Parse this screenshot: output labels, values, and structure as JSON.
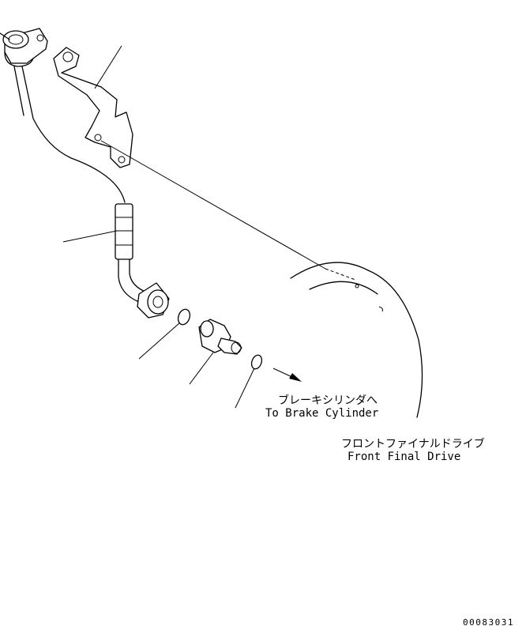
{
  "labels": {
    "brake_jp": "ブレーキシリンダへ",
    "brake_en": "To Brake Cylinder",
    "final_drive_jp": "フロントファイナルドライブ",
    "final_drive_en": "Front Final Drive",
    "drawing_number": "00083031"
  },
  "colors": {
    "line": "#000000",
    "background": "#ffffff"
  }
}
